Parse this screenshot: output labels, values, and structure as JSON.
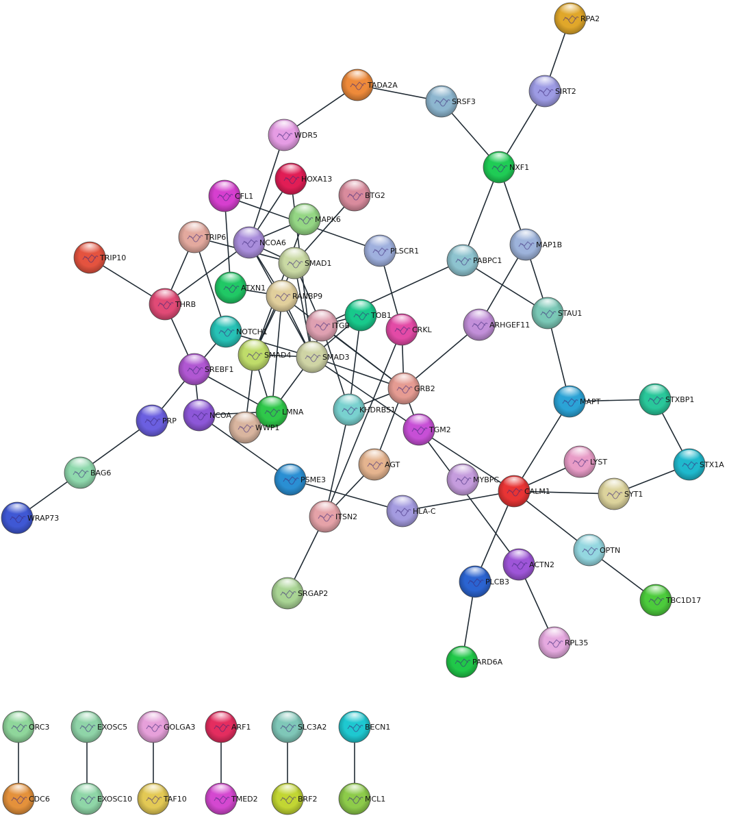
{
  "network": {
    "nodes": [
      {
        "id": "RPA2",
        "label": "RPA2",
        "color": "#e0a72a"
      },
      {
        "id": "SIRT2",
        "label": "SIRT2",
        "color": "#9d9be4"
      },
      {
        "id": "TADA2A",
        "label": "TADA2A",
        "color": "#ee8a3a"
      },
      {
        "id": "SRSF3",
        "label": "SRSF3",
        "color": "#8db6cf"
      },
      {
        "id": "WDR5",
        "label": "WDR5",
        "color": "#e59ce4"
      },
      {
        "id": "NXF1",
        "label": "NXF1",
        "color": "#1fcc55"
      },
      {
        "id": "HOXA13",
        "label": "HOXA13",
        "color": "#e11d55"
      },
      {
        "id": "CFL1",
        "label": "CFL1",
        "color": "#d63fcf"
      },
      {
        "id": "BTG2",
        "label": "BTG2",
        "color": "#d98b9d"
      },
      {
        "id": "MAPK6",
        "label": "MAPK6",
        "color": "#94d684"
      },
      {
        "id": "TRIP6",
        "label": "TRIP6",
        "color": "#e3a99e"
      },
      {
        "id": "NCOA6",
        "label": "NCOA6",
        "color": "#a98ddb"
      },
      {
        "id": "PLSCR1",
        "label": "PLSCR1",
        "color": "#9fb0de"
      },
      {
        "id": "MAP1B",
        "label": "MAP1B",
        "color": "#9db3db"
      },
      {
        "id": "TRIP10",
        "label": "TRIP10",
        "color": "#e4533f"
      },
      {
        "id": "SMAD1",
        "label": "SMAD1",
        "color": "#c9d9a3"
      },
      {
        "id": "PABPC1",
        "label": "PABPC1",
        "color": "#8dc3cf"
      },
      {
        "id": "ATXN1",
        "label": "ATXN1",
        "color": "#20c865"
      },
      {
        "id": "RANBP9",
        "label": "RANBP9",
        "color": "#e1cf9c"
      },
      {
        "id": "THRB",
        "label": "THRB",
        "color": "#e14a76"
      },
      {
        "id": "STAU1",
        "label": "STAU1",
        "color": "#7ac8b6"
      },
      {
        "id": "TOB1",
        "label": "TOB1",
        "color": "#18c98b"
      },
      {
        "id": "ITGB",
        "label": "ITGB",
        "color": "#dfa0b1"
      },
      {
        "id": "CRKL",
        "label": "CRKL",
        "color": "#e34aa6"
      },
      {
        "id": "ARHGEF11",
        "label": "ARHGEF11",
        "color": "#c28fd9"
      },
      {
        "id": "NOTCH1",
        "label": "NOTCH1",
        "color": "#27c2b6"
      },
      {
        "id": "SMAD4",
        "label": "SMAD4",
        "color": "#bfdc6a"
      },
      {
        "id": "SMAD3",
        "label": "SMAD3",
        "color": "#cfd4a5"
      },
      {
        "id": "SREBF1",
        "label": "SREBF1",
        "color": "#b057d2"
      },
      {
        "id": "GRB2",
        "label": "GRB2",
        "color": "#e59b92"
      },
      {
        "id": "MAPT",
        "label": "MAPT",
        "color": "#2ba3d6"
      },
      {
        "id": "STXBP1",
        "label": "STXBP1",
        "color": "#29c79a"
      },
      {
        "id": "KHDRBS1",
        "label": "KHDRBS1",
        "color": "#79d1cf"
      },
      {
        "id": "PRP",
        "label": "PRP",
        "color": "#6b5fe0"
      },
      {
        "id": "NCOA",
        "label": "NCOA",
        "color": "#8d57d8"
      },
      {
        "id": "LMNA",
        "label": "LMNA",
        "color": "#2fc84a"
      },
      {
        "id": "WWP1",
        "label": "WWP1",
        "color": "#d9b59f"
      },
      {
        "id": "TGM2",
        "label": "TGM2",
        "color": "#c74fd6"
      },
      {
        "id": "LYST",
        "label": "LYST",
        "color": "#e89cc7"
      },
      {
        "id": "STX1A",
        "label": "STX1A",
        "color": "#1fb9cd"
      },
      {
        "id": "BAG6",
        "label": "BAG6",
        "color": "#8fd9ad"
      },
      {
        "id": "AGT",
        "label": "AGT",
        "color": "#e5b48f"
      },
      {
        "id": "PSME3",
        "label": "PSME3",
        "color": "#2a8fd3"
      },
      {
        "id": "MYBPC",
        "label": "MYBPC",
        "color": "#c59cdd"
      },
      {
        "id": "CALM1",
        "label": "CALM1",
        "color": "#e83434"
      },
      {
        "id": "SYT1",
        "label": "SYT1",
        "color": "#dcd39c"
      },
      {
        "id": "WRAP73",
        "label": "WRAP73",
        "color": "#3f58d4"
      },
      {
        "id": "HLA-C",
        "label": "HLA-C",
        "color": "#a49be0"
      },
      {
        "id": "ITSN2",
        "label": "ITSN2",
        "color": "#e5a2a8"
      },
      {
        "id": "OPTN",
        "label": "OPTN",
        "color": "#94d7e0"
      },
      {
        "id": "ACTN2",
        "label": "ACTN2",
        "color": "#9e55d8"
      },
      {
        "id": "PLCB3",
        "label": "PLCB3",
        "color": "#2b64d1"
      },
      {
        "id": "SRGAP2",
        "label": "SRGAP2",
        "color": "#a9d494"
      },
      {
        "id": "TBC1D17",
        "label": "TBC1D17",
        "color": "#4ccb3c"
      },
      {
        "id": "RPL35",
        "label": "RPL35",
        "color": "#e5a9df"
      },
      {
        "id": "PARD6A",
        "label": "PARD6A",
        "color": "#20c849"
      },
      {
        "id": "ORC3",
        "label": "ORC3",
        "color": "#8fd69b"
      },
      {
        "id": "EXOSC5",
        "label": "EXOSC5",
        "color": "#8fd4a8"
      },
      {
        "id": "GOLGA3",
        "label": "GOLGA3",
        "color": "#e6a0da"
      },
      {
        "id": "ARF1",
        "label": "ARF1",
        "color": "#e42d5f"
      },
      {
        "id": "SLC3A2",
        "label": "SLC3A2",
        "color": "#7fc7b8"
      },
      {
        "id": "BECN1",
        "label": "BECN1",
        "color": "#1ec8d0"
      },
      {
        "id": "CDC6",
        "label": "CDC6",
        "color": "#e4913b"
      },
      {
        "id": "EXOSC10",
        "label": "EXOSC10",
        "color": "#8fd6a7"
      },
      {
        "id": "TAF10",
        "label": "TAF10",
        "color": "#e3c955"
      },
      {
        "id": "TMED2",
        "label": "TMED2",
        "color": "#d448d0"
      },
      {
        "id": "BRF2",
        "label": "BRF2",
        "color": "#c2d633"
      },
      {
        "id": "MCL1",
        "label": "MCL1",
        "color": "#8dcb4a"
      }
    ],
    "edges": [
      [
        "RPA2",
        "SIRT2"
      ],
      [
        "SIRT2",
        "NXF1"
      ],
      [
        "TADA2A",
        "SRSF3"
      ],
      [
        "TADA2A",
        "WDR5"
      ],
      [
        "SRSF3",
        "NXF1"
      ],
      [
        "NXF1",
        "PABPC1"
      ],
      [
        "NXF1",
        "MAP1B"
      ],
      [
        "WDR5",
        "NCOA6"
      ],
      [
        "HOXA13",
        "NCOA6"
      ],
      [
        "HOXA13",
        "SMAD3"
      ],
      [
        "CFL1",
        "PLSCR1"
      ],
      [
        "CFL1",
        "ATXN1"
      ],
      [
        "BTG2",
        "SMAD1"
      ],
      [
        "MAPK6",
        "NCOA6"
      ],
      [
        "MAPK6",
        "SMAD4"
      ],
      [
        "TRIP6",
        "THRB"
      ],
      [
        "TRIP6",
        "SMAD1"
      ],
      [
        "TRIP6",
        "NOTCH1"
      ],
      [
        "TRIP10",
        "THRB"
      ],
      [
        "THRB",
        "NCOA6"
      ],
      [
        "THRB",
        "SREBF1"
      ],
      [
        "NCOA6",
        "SMAD3"
      ],
      [
        "NCOA6",
        "SMAD1"
      ],
      [
        "NCOA6",
        "RANBP9"
      ],
      [
        "SMAD1",
        "ITGB"
      ],
      [
        "SMAD1",
        "SMAD4"
      ],
      [
        "SMAD1",
        "SMAD3"
      ],
      [
        "ATXN1",
        "RANBP9"
      ],
      [
        "RANBP9",
        "SMAD3"
      ],
      [
        "RANBP9",
        "SMAD4"
      ],
      [
        "RANBP9",
        "GRB2"
      ],
      [
        "RANBP9",
        "LMNA"
      ],
      [
        "NOTCH1",
        "SMAD3"
      ],
      [
        "NOTCH1",
        "SREBF1"
      ],
      [
        "SMAD4",
        "SMAD3"
      ],
      [
        "SMAD4",
        "WWP1"
      ],
      [
        "SMAD4",
        "LMNA"
      ],
      [
        "SMAD3",
        "GRB2"
      ],
      [
        "SMAD3",
        "TGM2"
      ],
      [
        "SMAD3",
        "TOB1"
      ],
      [
        "SMAD3",
        "LMNA"
      ],
      [
        "SMAD3",
        "ITGB"
      ],
      [
        "TOB1",
        "ITGB"
      ],
      [
        "TOB1",
        "KHDRBS1"
      ],
      [
        "PLSCR1",
        "CRKL"
      ],
      [
        "PABPC1",
        "STAU1"
      ],
      [
        "PABPC1",
        "ITGB"
      ],
      [
        "MAP1B",
        "STAU1"
      ],
      [
        "MAP1B",
        "ARHGEF11"
      ],
      [
        "STAU1",
        "MAPT"
      ],
      [
        "ARHGEF11",
        "GRB2"
      ],
      [
        "CRKL",
        "GRB2"
      ],
      [
        "CRKL",
        "ITSN2"
      ],
      [
        "ITGB",
        "GRB2"
      ],
      [
        "ITGB",
        "KHDRBS1"
      ],
      [
        "GRB2",
        "KHDRBS1"
      ],
      [
        "GRB2",
        "AGT"
      ],
      [
        "GRB2",
        "TGM2"
      ],
      [
        "SREBF1",
        "LMNA"
      ],
      [
        "SREBF1",
        "NCOA"
      ],
      [
        "SREBF1",
        "PRP"
      ],
      [
        "PRP",
        "BAG6"
      ],
      [
        "BAG6",
        "WRAP73"
      ],
      [
        "NCOA",
        "PSME3"
      ],
      [
        "PSME3",
        "HLA-C"
      ],
      [
        "HLA-C",
        "CALM1"
      ],
      [
        "TGM2",
        "CALM1"
      ],
      [
        "TGM2",
        "ACTN2"
      ],
      [
        "MAPT",
        "CALM1"
      ],
      [
        "MAPT",
        "STXBP1"
      ],
      [
        "STXBP1",
        "STX1A"
      ],
      [
        "STX1A",
        "SYT1"
      ],
      [
        "CALM1",
        "SYT1"
      ],
      [
        "CALM1",
        "LYST"
      ],
      [
        "CALM1",
        "OPTN"
      ],
      [
        "CALM1",
        "PLCB3"
      ],
      [
        "OPTN",
        "TBC1D17"
      ],
      [
        "ACTN2",
        "RPL35"
      ],
      [
        "PLCB3",
        "PARD6A"
      ],
      [
        "AGT",
        "ITSN2"
      ],
      [
        "ITSN2",
        "SRGAP2"
      ],
      [
        "KHDRBS1",
        "ITSN2"
      ],
      [
        "NCOA",
        "LMNA"
      ],
      [
        "ORC3",
        "CDC6"
      ],
      [
        "EXOSC5",
        "EXOSC10"
      ],
      [
        "GOLGA3",
        "TAF10"
      ],
      [
        "ARF1",
        "TMED2"
      ],
      [
        "SLC3A2",
        "BRF2"
      ],
      [
        "BECN1",
        "MCL1"
      ]
    ]
  }
}
